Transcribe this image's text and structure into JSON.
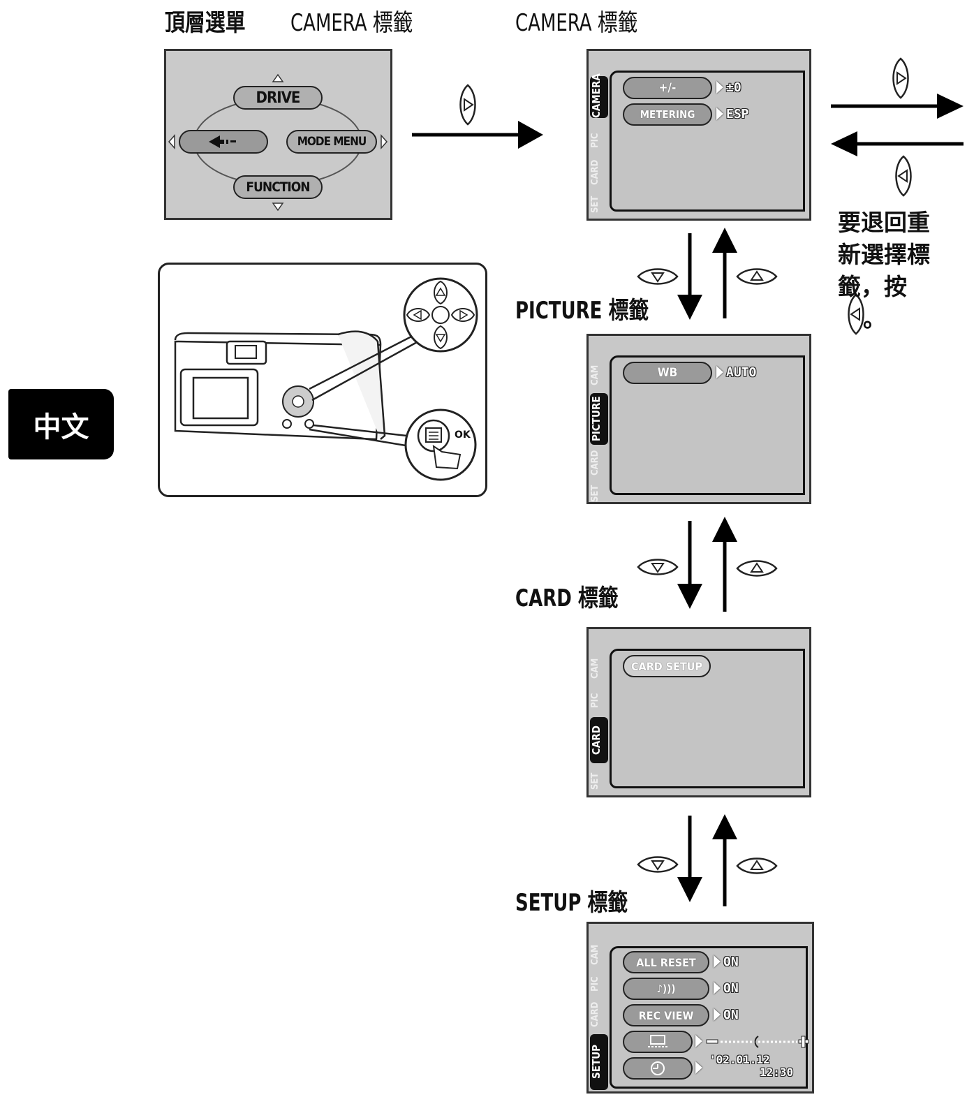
{
  "headings": {
    "top_menu": "頂層選單",
    "camera_tab_left": "CAMERA 標籤",
    "camera_tab": "CAMERA 標籤",
    "picture_tab": "PICTURE 標籤",
    "card_tab": "CARD 標籤",
    "setup_tab": "SETUP 標籤"
  },
  "language_tab": "中文",
  "side_note": "要退回重新選擇標籤，按",
  "side_note_end": "。",
  "top_menu": {
    "drive": "DRIVE",
    "mode_menu": "MODE MENU",
    "function": "FUNCTION"
  },
  "camera_screen": {
    "tabs": [
      "CAMERA",
      "PIC",
      "CARD",
      "SET"
    ],
    "items": [
      {
        "label": "+/-",
        "value": "±0"
      },
      {
        "label": "METERING",
        "value": "ESP"
      }
    ]
  },
  "picture_screen": {
    "tabs": [
      "CAM",
      "PICTURE",
      "CARD",
      "SET"
    ],
    "items": [
      {
        "label": "WB",
        "value": "AUTO"
      }
    ]
  },
  "card_screen": {
    "tabs": [
      "CAM",
      "PIC",
      "CARD",
      "SET"
    ],
    "items": [
      {
        "label": "CARD SETUP"
      }
    ]
  },
  "setup_screen": {
    "tabs": [
      "CAM",
      "PIC",
      "CARD",
      "SETUP"
    ],
    "items": [
      {
        "label": "ALL RESET",
        "value": "ON"
      },
      {
        "label": "♪)))",
        "value": "ON"
      },
      {
        "label": "REC VIEW",
        "value": "ON"
      },
      {
        "label": "",
        "value": ""
      },
      {
        "label": "",
        "value": "'02.01.12 12:30"
      }
    ],
    "date": "'02.01.12",
    "time": "12:30"
  },
  "camera_body": {
    "ok_label": "OK"
  },
  "icons": [
    "right-arrow-button-icon",
    "left-arrow-button-icon",
    "down-arrow-button-icon",
    "up-arrow-button-icon",
    "menu-button-icon",
    "arrow-pad-icon"
  ]
}
